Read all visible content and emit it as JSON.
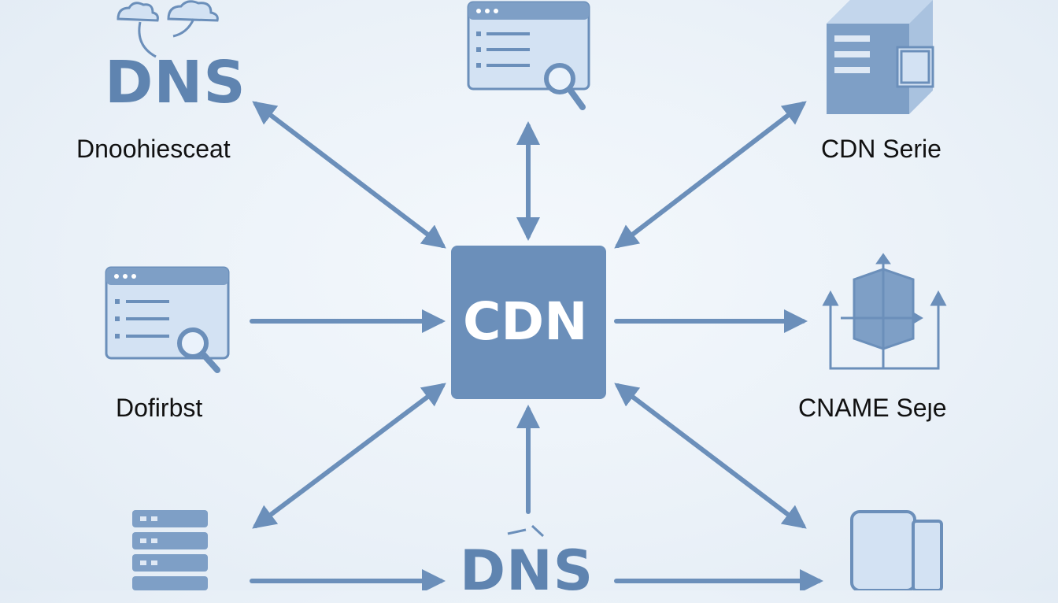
{
  "center": {
    "label": "CDN"
  },
  "labels": {
    "top_left_logo": "DNS",
    "top_left": "Dnoohiesceat",
    "top_right": "CDN Serie",
    "mid_left": "Dofirbst",
    "mid_right": "CNAME Seȷe",
    "bottom_center_logo": "DNS"
  },
  "colors": {
    "accent": "#6b8fba",
    "center_fill": "#6b8fba",
    "icon_fill": "#d3e2f3",
    "background": "#eef4fa"
  }
}
